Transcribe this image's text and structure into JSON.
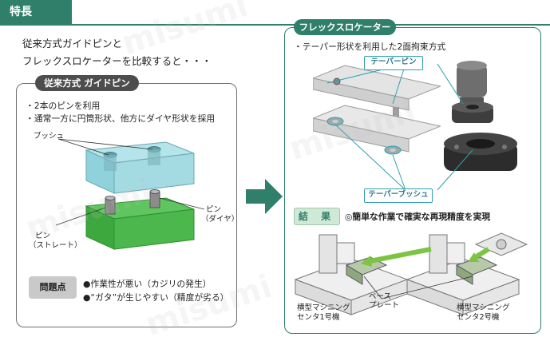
{
  "header": {
    "title": "特長"
  },
  "intro": {
    "line1": "従来方式ガイドピンと",
    "line2": "フレックスロケーターを比較すると・・・"
  },
  "left_panel": {
    "title": "従来方式 ガイドピン",
    "bullets": [
      "・2本のピンを利用",
      "・通常一方に円筒形状、他方にダイヤ形状を採用"
    ],
    "labels": {
      "bush": "ブッシュ",
      "pin_diamond_1": "ピン",
      "pin_diamond_2": "（ダイヤ）",
      "pin_straight_1": "ピン",
      "pin_straight_2": "（ストレート）"
    },
    "problem_label": "問題点",
    "problems": [
      "●作業性が悪い（カジリの発生）",
      "●“ガタ”が生じやすい（精度が劣る）"
    ]
  },
  "right_panel": {
    "title": "フレックスロケーター",
    "bullet": "・テーパー形状を利用した2面拘束方式",
    "callout_pin": "テーパーピン",
    "callout_bush": "テーパーブッシュ",
    "result_label": "結 果",
    "result_text": "◎簡単な作業で確実な再現精度を実現",
    "base_plate_1": "ベース",
    "base_plate_2": "プレート",
    "machine1_1": "横型マシニング",
    "machine1_2": "センタ1号機",
    "machine2_1": "横型マシニング",
    "machine2_2": "センタ2号機"
  },
  "watermark": "misumi",
  "colors": {
    "brand_green": "#2f7f6a",
    "arrow": "#2f7f6a",
    "callout": "#2f9fb0"
  }
}
